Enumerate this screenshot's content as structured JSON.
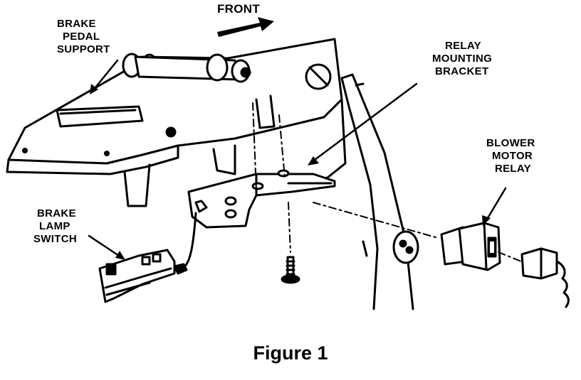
{
  "labels": {
    "brake_pedal_support": [
      "BRAKE",
      "PEDAL",
      "SUPPORT"
    ],
    "front": "FRONT",
    "relay_mounting_bracket": [
      "RELAY",
      "MOUNTING",
      "BRACKET"
    ],
    "blower_motor_relay": [
      "BLOWER",
      "MOTOR",
      "RELAY"
    ],
    "brake_lamp_switch": [
      "BRAKE",
      "LAMP",
      "SWITCH"
    ]
  },
  "caption": "Figure 1",
  "colors": {
    "ink": "#000000",
    "paper": "#ffffff"
  }
}
